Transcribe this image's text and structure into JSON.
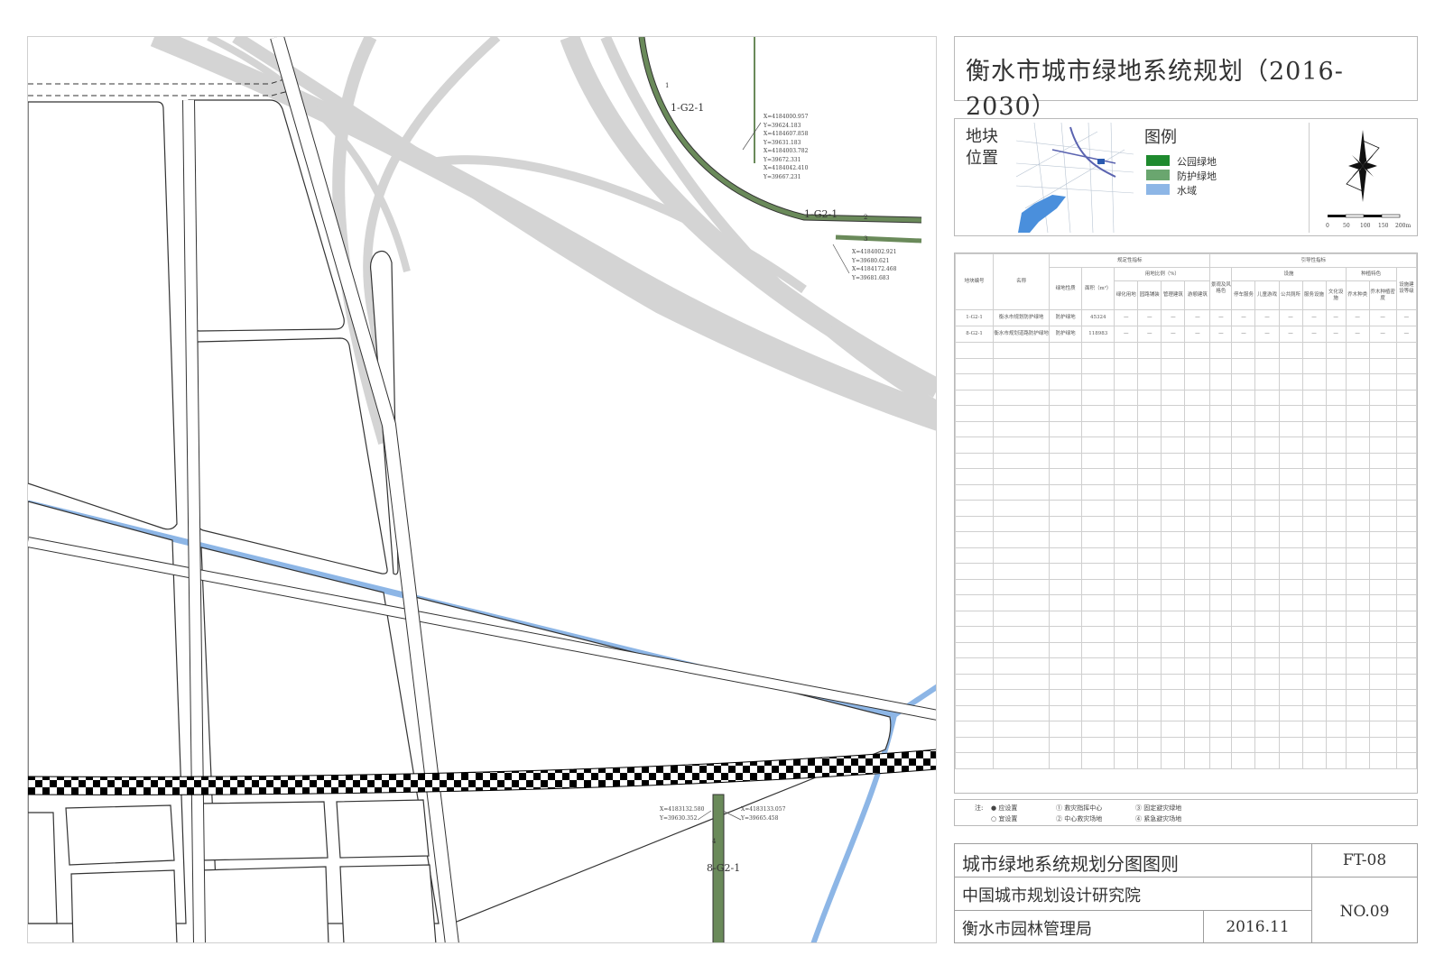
{
  "title": "衡水市城市绿地系统规划（2016-2030）",
  "location": {
    "label": "地块位置"
  },
  "legend": {
    "title": "图例",
    "items": [
      {
        "label": "公园绿地",
        "color": "#1e8a2e"
      },
      {
        "label": "防护绿地",
        "color": "#6aa66f"
      },
      {
        "label": "水域",
        "color": "#8db6e6"
      }
    ]
  },
  "scale_bar": {
    "labels": [
      "0",
      "50",
      "100",
      "150",
      "200m"
    ]
  },
  "map": {
    "parcels": [
      {
        "id": "1-G2-1",
        "color": "#6a8a5a"
      },
      {
        "id": "8-G2-1",
        "color": "#6a8a5a"
      }
    ],
    "coords_top": [
      "X=4184000.957",
      "Y=39624.183",
      "X=4184607.858",
      "Y=39631.183",
      "X=4184003.782",
      "Y=39672.331",
      "X=4184042.410",
      "Y=39667.231"
    ],
    "coords_right": [
      "X=4184002.921",
      "Y=39680.621",
      "X=4184172.468",
      "Y=39681.683"
    ],
    "coords_bottom_left": [
      "X=4183132.580",
      "Y=39630.352"
    ],
    "coords_bottom_right": [
      "X=4183133.057",
      "Y=39665.458"
    ],
    "marker_labels": [
      "1",
      "2",
      "3",
      "4"
    ]
  },
  "table": {
    "group_headers": [
      "规定性指标",
      "引导性指标"
    ],
    "sub_headers": [
      "用地比例（%）",
      "设施",
      "种植特色"
    ],
    "columns": [
      "地块编号",
      "名称",
      "绿地性质",
      "面积（m²）",
      "绿化用地",
      "园路铺装",
      "管理建筑",
      "游憩建筑",
      "景观及风格色",
      "停车服务",
      "儿童游戏",
      "公共厕所",
      "服务设施",
      "文化设施",
      "乔木种类",
      "乔木种植密度",
      "设施建设等级"
    ],
    "rows": [
      [
        "1-G2-1",
        "衡水市规划防护绿地",
        "防护绿地",
        "45324",
        "—",
        "—",
        "—",
        "—",
        "—",
        "—",
        "—",
        "—",
        "—",
        "—",
        "—",
        "—",
        "—"
      ],
      [
        "8-G2-1",
        "衡水市规划道路防护绿地",
        "防护绿地",
        "118983",
        "—",
        "—",
        "—",
        "—",
        "—",
        "—",
        "—",
        "—",
        "—",
        "—",
        "—",
        "—",
        "—"
      ]
    ]
  },
  "notes": {
    "prefix": "注:",
    "items": [
      "● 应设置",
      "○ 宜设置",
      "① 救灾指挥中心",
      "② 中心救灾场地",
      "③ 固定避灾绿地",
      "④ 紧急避灾场地"
    ]
  },
  "footer": {
    "drawing_name": "城市绿地系统规划分图图则",
    "drawing_code": "FT-08",
    "designer": "中国城市规划设计研究院",
    "client": "衡水市园林管理局",
    "date": "2016.11",
    "number": "NO.09"
  }
}
